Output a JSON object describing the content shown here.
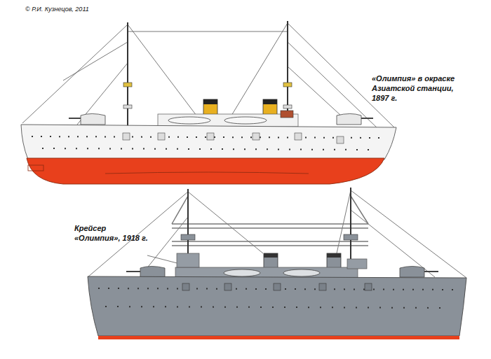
{
  "diagram": {
    "labels": [
      "© Р.И. Кузнецов, 2011",
      "«Олимпия» в окраске Азиатской станции, 1897 г.",
      "Крейсер «Олимпия», 1918 г."
    ]
  }
}
